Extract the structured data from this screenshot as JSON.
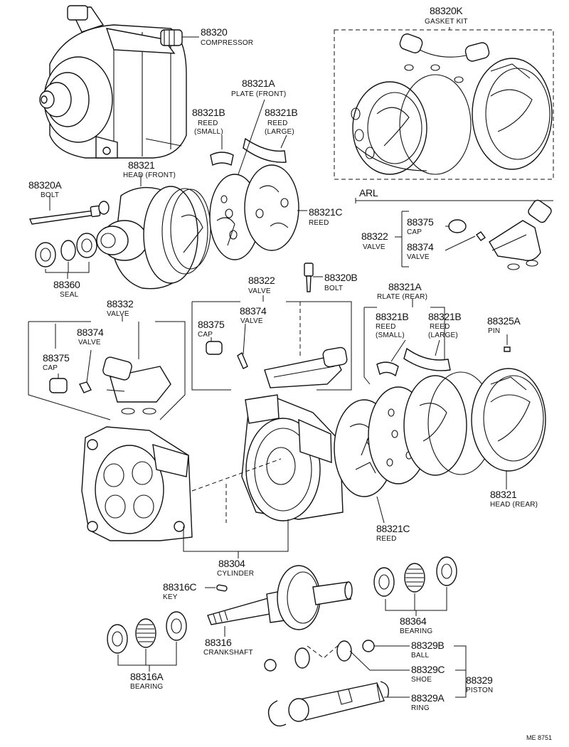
{
  "labels": {
    "compressor": {
      "num": "88320",
      "name": "COMPRESSOR"
    },
    "gasket_kit": {
      "num": "88320K",
      "name": "GASKET KIT"
    },
    "plate_front": {
      "num": "88321A",
      "name": "PLATE (FRONT)"
    },
    "reed_small_f": {
      "num": "88321B",
      "name1": "REED",
      "name2": "(SMALL)"
    },
    "reed_large_f": {
      "num": "88321B",
      "name1": "REED",
      "name2": "(LARGE)"
    },
    "head_front": {
      "num": "88321",
      "name": "HEAD (FRONT)"
    },
    "bolt_a": {
      "num": "88320A",
      "name": "BOLT"
    },
    "reed_c_top": {
      "num": "88321C",
      "name": "REED"
    },
    "seal": {
      "num": "88360",
      "name": "SEAL"
    },
    "arl": {
      "name": "ARL"
    },
    "valve_arl": {
      "num": "88322",
      "name": "VALVE"
    },
    "cap_arl": {
      "num": "88375",
      "name": "CAP"
    },
    "valve_374_arl": {
      "num": "88374",
      "name": "VALVE"
    },
    "valve_322_mid": {
      "num": "88322",
      "name": "VALVE"
    },
    "bolt_b": {
      "num": "88320B",
      "name": "BOLT"
    },
    "cap_mid": {
      "num": "88375",
      "name": "CAP"
    },
    "valve_374_mid": {
      "num": "88374",
      "name": "VALVE"
    },
    "plate_rear": {
      "num": "88321A",
      "name": "RLATE (REAR)"
    },
    "reed_small_r": {
      "num": "88321B",
      "name1": "REED",
      "name2": "(SMALL)"
    },
    "reed_large_r": {
      "num": "88321B",
      "name1": "REED",
      "name2": "(LARGE)"
    },
    "pin": {
      "num": "88325A",
      "name": "PIN"
    },
    "valve_332": {
      "num": "88332",
      "name": "VALVE"
    },
    "valve_374_l": {
      "num": "88374",
      "name": "VALVE"
    },
    "cap_l": {
      "num": "88375",
      "name": "CAP"
    },
    "head_rear": {
      "num": "88321",
      "name": "HEAD (REAR)"
    },
    "reed_c_bot": {
      "num": "88321C",
      "name": "REED"
    },
    "cylinder": {
      "num": "88304",
      "name": "CYLINDER"
    },
    "key": {
      "num": "88316C",
      "name": "KEY"
    },
    "bearing_r": {
      "num": "88364",
      "name": "BEARING"
    },
    "crankshaft": {
      "num": "88316",
      "name": "CRANKSHAFT"
    },
    "ball": {
      "num": "88329B",
      "name": "BALL"
    },
    "shoe": {
      "num": "88329C",
      "name": "SHOE"
    },
    "piston": {
      "num": "88329",
      "name": "PISTON"
    },
    "bearing_l": {
      "num": "88316A",
      "name": "BEARING"
    },
    "ring": {
      "num": "88329A",
      "name": "RING"
    }
  },
  "figure_code": "ME 8751"
}
